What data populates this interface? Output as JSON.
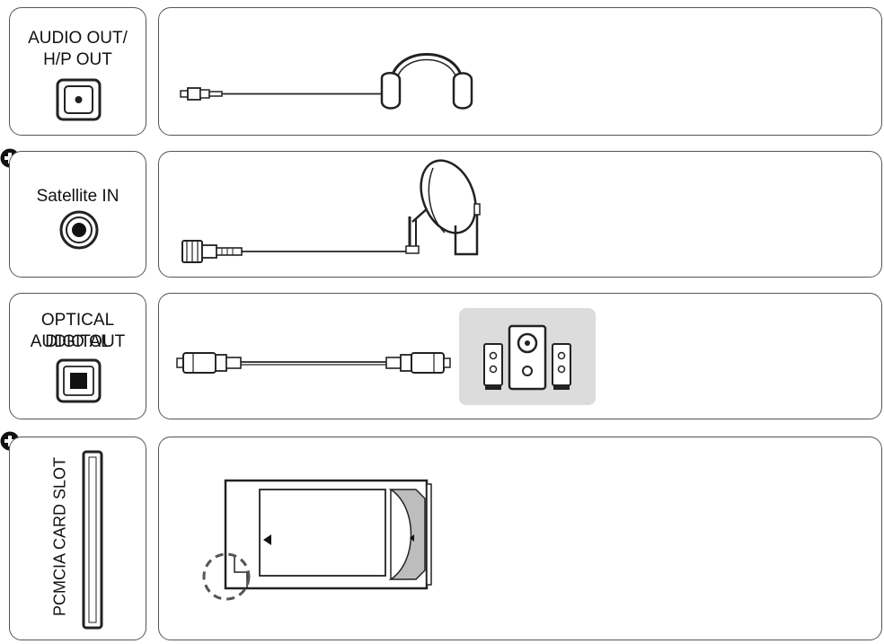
{
  "rows": [
    {
      "id": "audio-out",
      "label_lines": [
        "AUDIO OUT/",
        "H/P OUT"
      ],
      "has_plus": false
    },
    {
      "id": "satellite-in",
      "label_lines": [
        "Satellite IN"
      ],
      "has_plus": true
    },
    {
      "id": "optical-digital-audio-out",
      "label_lines": [
        "OPTICAL DIGITAL",
        "AUDIO OUT"
      ],
      "has_plus": false
    },
    {
      "id": "pcmcia-card-slot",
      "label_lines": [
        "PCMCIA CARD SLOT"
      ],
      "has_plus": true
    }
  ],
  "colors": {
    "border": "#555555",
    "ink": "#111111",
    "speaker_bg": "#dcdcdc",
    "card_stripe": "#bdbdbd"
  }
}
